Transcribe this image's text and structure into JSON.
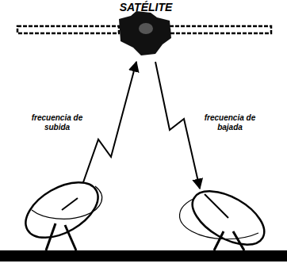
{
  "diagram": {
    "labels": [
      "SATÉLITE",
      "frecuencia de subida",
      "frecuencia de bajada"
    ]
  }
}
